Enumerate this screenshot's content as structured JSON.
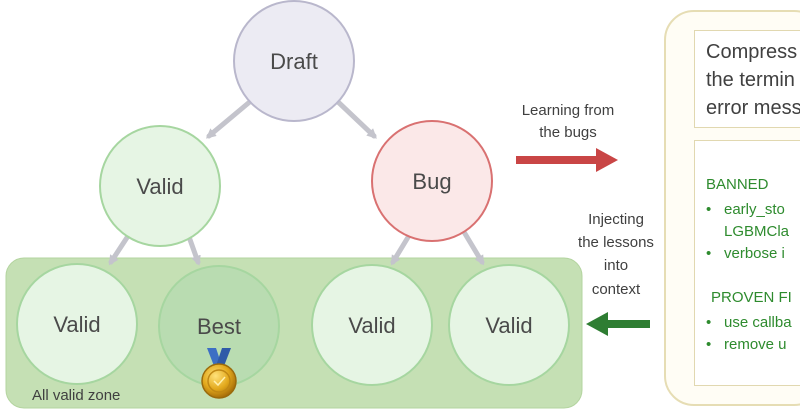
{
  "nodes": {
    "draft": "Draft",
    "valid_left": "Valid",
    "bug": "Bug",
    "valid_ll": "Valid",
    "best": "Best",
    "valid_rl": "Valid",
    "valid_rr": "Valid"
  },
  "zone_label": "All valid zone",
  "learning_text": [
    "Learning from",
    "the bugs"
  ],
  "injecting_text": [
    "Injecting",
    "the lessons",
    "into",
    "context"
  ],
  "summary_lines": [
    "Compress",
    "the termin",
    "error mess"
  ],
  "banned": {
    "heading": "BANNED",
    "items": [
      "early_sto",
      "LGBMCla",
      "verbose i"
    ]
  },
  "proven": {
    "heading": "PROVEN FI",
    "items": [
      "use callba",
      "remove u"
    ]
  },
  "colors": {
    "draft_fill": "#ecebf3",
    "draft_stroke": "#b9b7cc",
    "valid_fill": "#e6f5e4",
    "valid_stroke": "#a6d6a0",
    "best_fill": "#b9dcb1",
    "bug_fill": "#fbe8e8",
    "bug_stroke": "#d97171",
    "zone_fill": "#c5e0b4",
    "red_arrow": "#c94545",
    "green_arrow": "#2e7d32",
    "tree_arrow": "#c4c4cc"
  },
  "icons": {
    "medal": "gold-medal-icon"
  }
}
